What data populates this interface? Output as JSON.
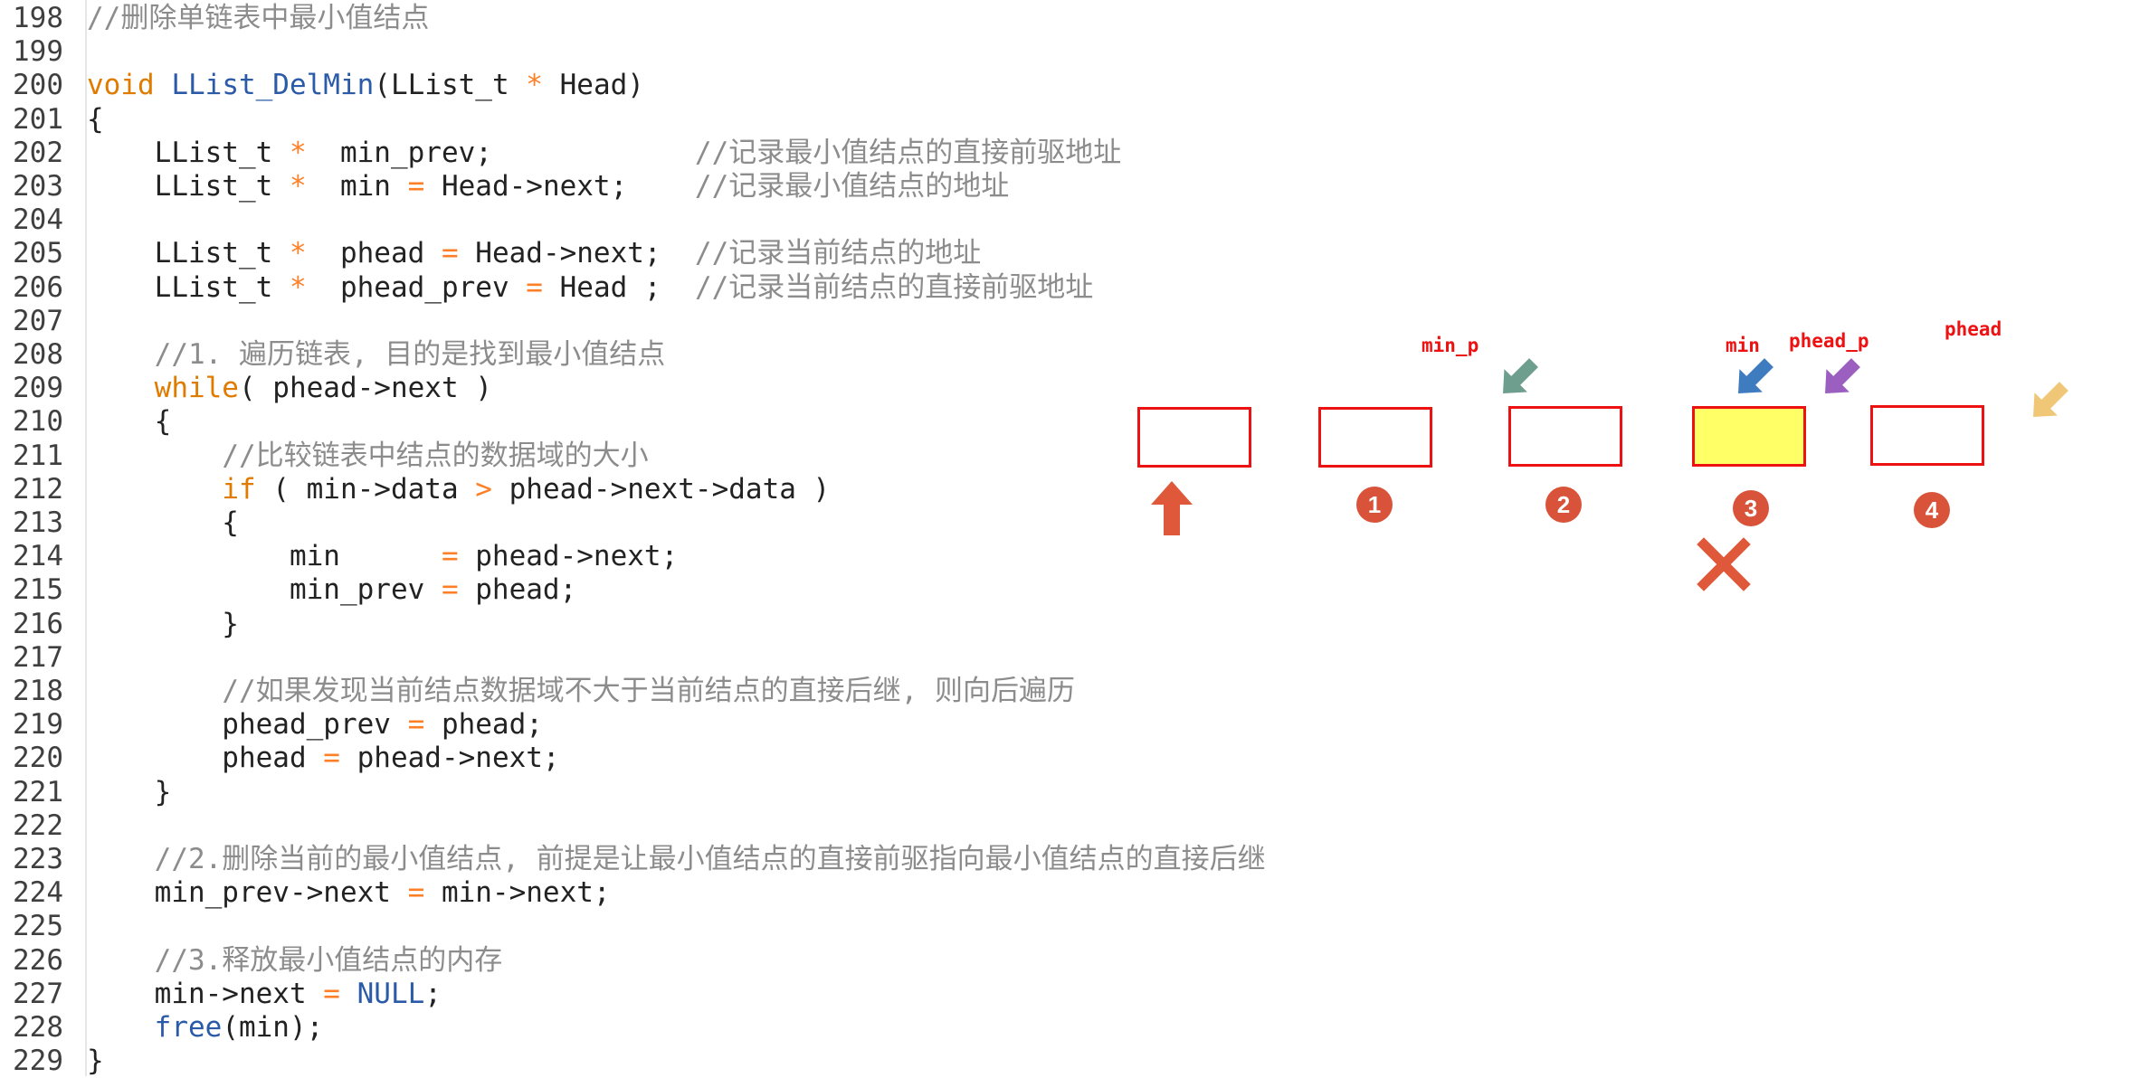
{
  "code": {
    "lines": [
      {
        "num": "198",
        "tokens": [
          {
            "t": "//删除单链表中最小值结点",
            "c": "cm"
          }
        ]
      },
      {
        "num": "199",
        "tokens": []
      },
      {
        "num": "200",
        "tokens": [
          {
            "t": "void",
            "c": "kw"
          },
          {
            "t": " ",
            "c": "pl"
          },
          {
            "t": "LList_DelMin",
            "c": "fn"
          },
          {
            "t": "(LList_t ",
            "c": "pl"
          },
          {
            "t": "*",
            "c": "op"
          },
          {
            "t": " Head)",
            "c": "pl"
          }
        ]
      },
      {
        "num": "201",
        "tokens": [
          {
            "t": "{",
            "c": "pl"
          }
        ]
      },
      {
        "num": "202",
        "tokens": [
          {
            "t": "    LList_t ",
            "c": "pl"
          },
          {
            "t": "*",
            "c": "op"
          },
          {
            "t": "  min_prev;            ",
            "c": "pl"
          },
          {
            "t": "//记录最小值结点的直接前驱地址",
            "c": "cm"
          }
        ]
      },
      {
        "num": "203",
        "tokens": [
          {
            "t": "    LList_t ",
            "c": "pl"
          },
          {
            "t": "*",
            "c": "op"
          },
          {
            "t": "  min ",
            "c": "pl"
          },
          {
            "t": "=",
            "c": "op"
          },
          {
            "t": " Head->next;    ",
            "c": "pl"
          },
          {
            "t": "//记录最小值结点的地址",
            "c": "cm"
          }
        ]
      },
      {
        "num": "204",
        "tokens": []
      },
      {
        "num": "205",
        "tokens": [
          {
            "t": "    LList_t ",
            "c": "pl"
          },
          {
            "t": "*",
            "c": "op"
          },
          {
            "t": "  phead ",
            "c": "pl"
          },
          {
            "t": "=",
            "c": "op"
          },
          {
            "t": " Head->next;  ",
            "c": "pl"
          },
          {
            "t": "//记录当前结点的地址",
            "c": "cm"
          }
        ]
      },
      {
        "num": "206",
        "tokens": [
          {
            "t": "    LList_t ",
            "c": "pl"
          },
          {
            "t": "*",
            "c": "op"
          },
          {
            "t": "  phead_prev ",
            "c": "pl"
          },
          {
            "t": "=",
            "c": "op"
          },
          {
            "t": " Head ;  ",
            "c": "pl"
          },
          {
            "t": "//记录当前结点的直接前驱地址",
            "c": "cm"
          }
        ]
      },
      {
        "num": "207",
        "tokens": []
      },
      {
        "num": "208",
        "tokens": [
          {
            "t": "    ",
            "c": "pl"
          },
          {
            "t": "//1. 遍历链表, 目的是找到最小值结点",
            "c": "cm"
          }
        ]
      },
      {
        "num": "209",
        "tokens": [
          {
            "t": "    ",
            "c": "pl"
          },
          {
            "t": "while",
            "c": "kw"
          },
          {
            "t": "( phead->next )",
            "c": "pl"
          }
        ]
      },
      {
        "num": "210",
        "tokens": [
          {
            "t": "    {",
            "c": "pl"
          }
        ]
      },
      {
        "num": "211",
        "tokens": [
          {
            "t": "        ",
            "c": "pl"
          },
          {
            "t": "//比较链表中结点的数据域的大小",
            "c": "cm"
          }
        ]
      },
      {
        "num": "212",
        "tokens": [
          {
            "t": "        ",
            "c": "pl"
          },
          {
            "t": "if",
            "c": "kw"
          },
          {
            "t": " ( min->data ",
            "c": "pl"
          },
          {
            "t": ">",
            "c": "op"
          },
          {
            "t": " phead->next->data )",
            "c": "pl"
          }
        ]
      },
      {
        "num": "213",
        "tokens": [
          {
            "t": "        {",
            "c": "pl"
          }
        ]
      },
      {
        "num": "214",
        "tokens": [
          {
            "t": "            min      ",
            "c": "pl"
          },
          {
            "t": "=",
            "c": "op"
          },
          {
            "t": " phead->next;",
            "c": "pl"
          }
        ]
      },
      {
        "num": "215",
        "tokens": [
          {
            "t": "            min_prev ",
            "c": "pl"
          },
          {
            "t": "=",
            "c": "op"
          },
          {
            "t": " phead;",
            "c": "pl"
          }
        ]
      },
      {
        "num": "216",
        "tokens": [
          {
            "t": "        }",
            "c": "pl"
          }
        ]
      },
      {
        "num": "217",
        "tokens": []
      },
      {
        "num": "218",
        "tokens": [
          {
            "t": "        ",
            "c": "pl"
          },
          {
            "t": "//如果发现当前结点数据域不大于当前结点的直接后继, 则向后遍历",
            "c": "cm"
          }
        ]
      },
      {
        "num": "219",
        "tokens": [
          {
            "t": "        phead_prev ",
            "c": "pl"
          },
          {
            "t": "=",
            "c": "op"
          },
          {
            "t": " phead;",
            "c": "pl"
          }
        ]
      },
      {
        "num": "220",
        "tokens": [
          {
            "t": "        phead ",
            "c": "pl"
          },
          {
            "t": "=",
            "c": "op"
          },
          {
            "t": " phead->next;",
            "c": "pl"
          }
        ]
      },
      {
        "num": "221",
        "tokens": [
          {
            "t": "    }",
            "c": "pl"
          }
        ]
      },
      {
        "num": "222",
        "tokens": []
      },
      {
        "num": "223",
        "tokens": [
          {
            "t": "    ",
            "c": "pl"
          },
          {
            "t": "//2.删除当前的最小值结点, 前提是让最小值结点的直接前驱指向最小值结点的直接后继",
            "c": "cm"
          }
        ]
      },
      {
        "num": "224",
        "tokens": [
          {
            "t": "    min_prev->next ",
            "c": "pl"
          },
          {
            "t": "=",
            "c": "op"
          },
          {
            "t": " min->next;",
            "c": "pl"
          }
        ]
      },
      {
        "num": "225",
        "tokens": []
      },
      {
        "num": "226",
        "tokens": [
          {
            "t": "    ",
            "c": "pl"
          },
          {
            "t": "//3.释放最小值结点的内存",
            "c": "cm"
          }
        ]
      },
      {
        "num": "227",
        "tokens": [
          {
            "t": "    min->next ",
            "c": "pl"
          },
          {
            "t": "=",
            "c": "op"
          },
          {
            "t": " ",
            "c": "pl"
          },
          {
            "t": "NULL",
            "c": "cn"
          },
          {
            "t": ";",
            "c": "pl"
          }
        ]
      },
      {
        "num": "228",
        "tokens": [
          {
            "t": "    ",
            "c": "pl"
          },
          {
            "t": "free",
            "c": "fn"
          },
          {
            "t": "(min);",
            "c": "pl"
          }
        ]
      },
      {
        "num": "229",
        "tokens": [
          {
            "t": "}",
            "c": "pl"
          }
        ]
      }
    ]
  },
  "diagram": {
    "labels": {
      "min_p": "min_p",
      "min": "min",
      "phead_p": "phead_p",
      "phead": "phead"
    },
    "badges": [
      "1",
      "2",
      "3",
      "4"
    ],
    "highlighted_node_index": 3,
    "colors": {
      "node_border": "#ee1111",
      "highlight_fill": "#ffff66",
      "up_arrow": "#e0583a",
      "min_p_arrow": "#6e9e8e",
      "min_arrow": "#3f7cbf",
      "phead_p_arrow": "#9a5fbf",
      "phead_arrow": "#f0c777",
      "delete_mark": "#e0583a"
    },
    "icons": {
      "head_pointer": "up-arrow-icon",
      "pointer_arrows": "down-right-arrow-icon",
      "delete_mark": "cross-mark-icon"
    }
  }
}
